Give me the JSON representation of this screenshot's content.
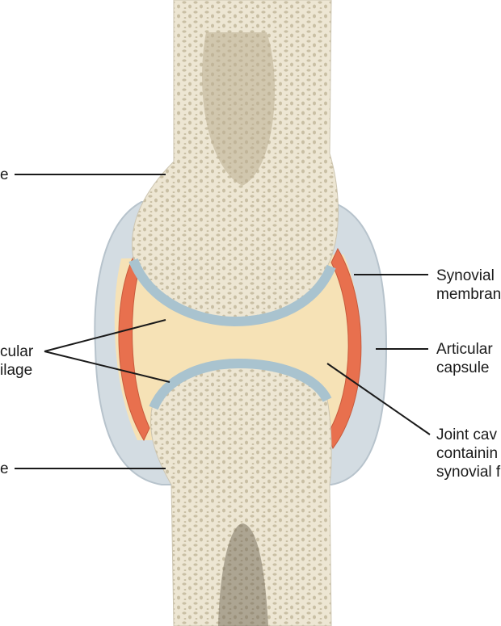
{
  "labels": {
    "bone_top": "e",
    "cartilage_1": "cular",
    "cartilage_2": "ilage",
    "bone_bottom": "e",
    "synovial_1": "Synovial",
    "synovial_2": "membran",
    "capsule_1": "Articular",
    "capsule_2": "capsule",
    "cavity_1": "Joint cav",
    "cavity_2": "containin",
    "cavity_3": "synovial f"
  },
  "colors": {
    "bone": "#ede6d3",
    "spongy": "#c9bfa4",
    "cartilage": "#a9c3cf",
    "cavity": "#f6e2b6",
    "synovial": "#e8704e",
    "capsule": "#d3dce2"
  }
}
